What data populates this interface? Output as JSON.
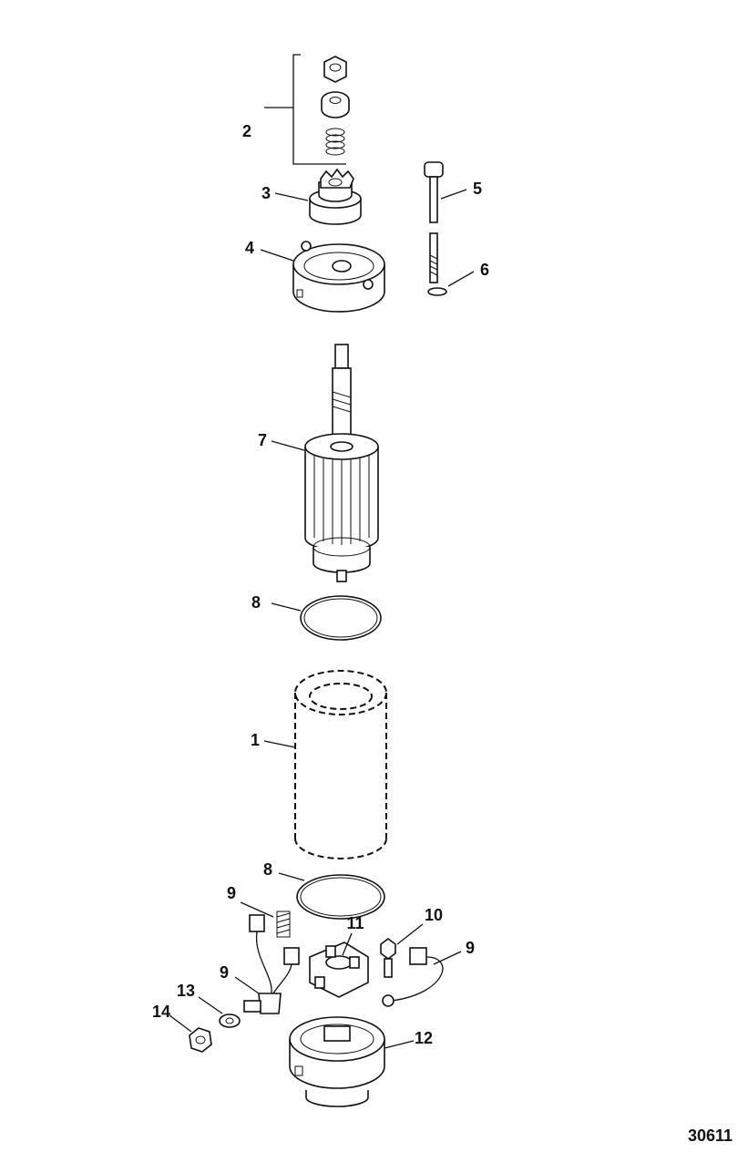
{
  "diagram": {
    "figure_id": "30611",
    "callouts": [
      {
        "id": "c1",
        "label": "1"
      },
      {
        "id": "c2",
        "label": "2"
      },
      {
        "id": "c3",
        "label": "3"
      },
      {
        "id": "c4",
        "label": "4"
      },
      {
        "id": "c5",
        "label": "5"
      },
      {
        "id": "c6",
        "label": "6"
      },
      {
        "id": "c7",
        "label": "7"
      },
      {
        "id": "c8a",
        "label": "8"
      },
      {
        "id": "c8b",
        "label": "8"
      },
      {
        "id": "c9a",
        "label": "9"
      },
      {
        "id": "c9b",
        "label": "9"
      },
      {
        "id": "c9c",
        "label": "9"
      },
      {
        "id": "c10",
        "label": "10"
      },
      {
        "id": "c11",
        "label": "11"
      },
      {
        "id": "c12",
        "label": "12"
      },
      {
        "id": "c13",
        "label": "13"
      },
      {
        "id": "c14",
        "label": "14"
      }
    ]
  }
}
